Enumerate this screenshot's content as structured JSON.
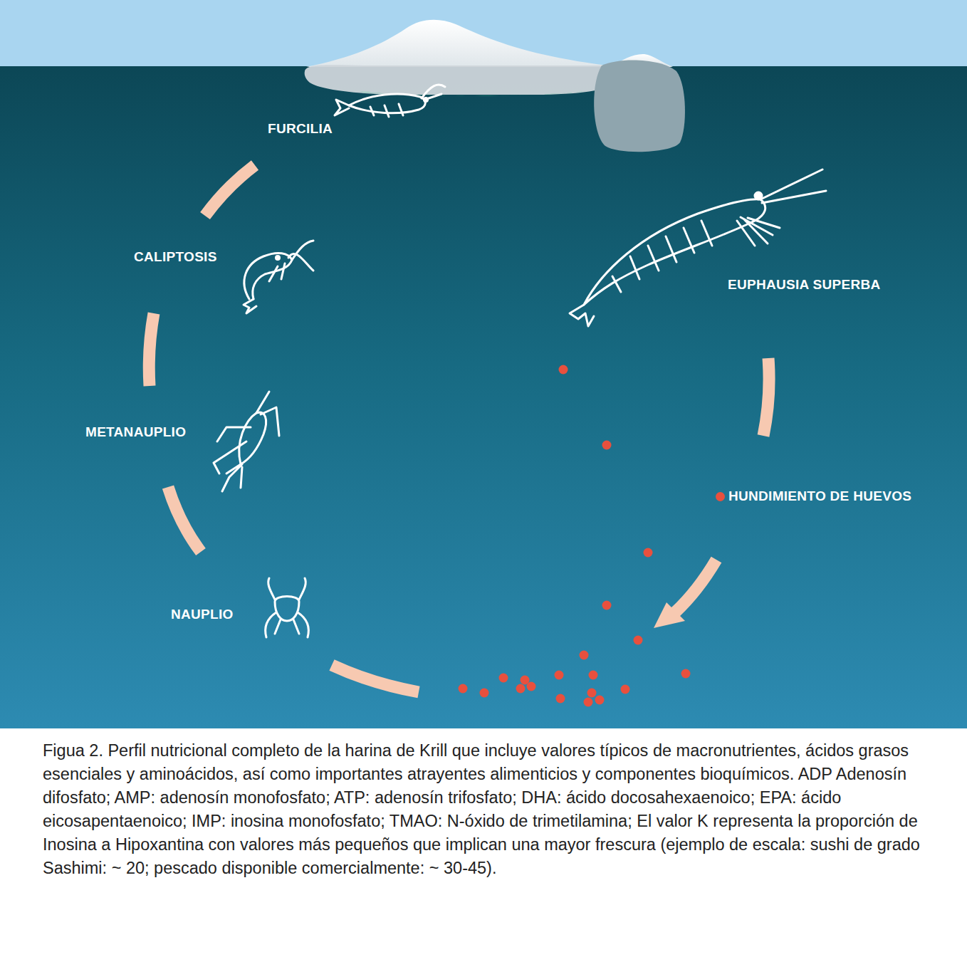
{
  "diagram": {
    "caption": "Figua 2. Perfil nutricional completo de la harina de Krill que incluye valores típicos de macronutrientes, ácidos grasos esenciales y aminoácidos, así como importantes atrayentes alimenticios y componentes bioquímicos. ADP Adenosín difosfato; AMP: adenosín monofosfato; ATP: adenosín trifosfato; DHA: ácido docosahexaenoico; EPA: ácido eicosapentaenoico; IMP: inosina monofosfato; TMAO: N-óxido de trimetilamina; El valor K representa la proporción de Inosina a Hipoxantina con valores más pequeños que implican una mayor frescura (ejemplo de escala: sushi de grado Sashimi: ~ 20; pescado disponible comercialmente: ~ 30-45).",
    "labels": [
      "FURCILIA",
      "CALIPTOSIS",
      "EUPHAUSIA SUPERBA",
      "METANAUPLIO",
      "NAUPLIO"
    ],
    "legend": [
      {
        "text": "HUNDIMIENTO DE HUEVOS",
        "color": "#e8503e"
      }
    ]
  }
}
